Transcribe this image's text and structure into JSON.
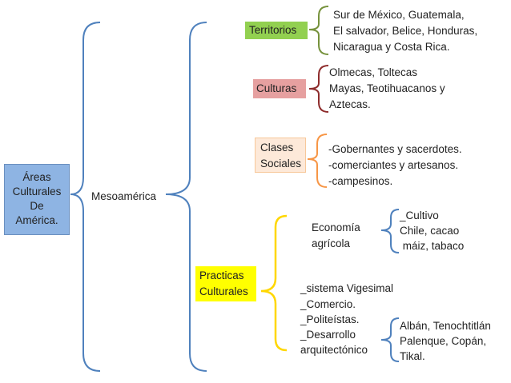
{
  "colors": {
    "areas_box": "#8eb4e3",
    "mesoamerica_brace": "#4f81bd",
    "territorios_box": "#92d050",
    "territorios_brace": "#76923c",
    "culturas_box": "#e6a0a0",
    "culturas_brace": "#8e2c2c",
    "clases_box": "#fde9d9",
    "clases_brace": "#f79646",
    "practicas_box": "#ffff00",
    "practicas_brace": "#ffd700",
    "detail_brace": "#4f81bd"
  },
  "root": {
    "lines": [
      "Áreas",
      "Culturales",
      "De",
      "América."
    ]
  },
  "mesoamerica": {
    "label": "Mesoamérica"
  },
  "territorios": {
    "label": "Territorios",
    "lines": [
      "Sur de México, Guatemala,",
      "El salvador, Belice, Honduras,",
      "Nicaragua y Costa Rica."
    ]
  },
  "culturas": {
    "label": "Culturas",
    "lines": [
      "Olmecas, Toltecas",
      "Mayas, Teotihuacanos  y",
      "Aztecas."
    ]
  },
  "clases": {
    "label_lines": [
      "Clases",
      "Sociales"
    ],
    "lines": [
      "-Gobernantes y sacerdotes.",
      "-comerciantes y artesanos.",
      "-campesinos."
    ]
  },
  "practicas": {
    "label_lines": [
      "Practicas",
      "Culturales"
    ],
    "economia": {
      "label_lines": [
        "Economía",
        "agrícola"
      ],
      "lines": [
        "_Cultivo",
        "Chile, cacao",
        " máiz, tabaco"
      ]
    },
    "items": [
      "_sistema Vigesimal",
      "_Comercio.",
      "_Politeístas.",
      "_Desarrollo",
      "arquitectónico"
    ],
    "cities": [
      "Albán, Tenochtitlán",
      "Palenque, Copán,",
      "Tikal."
    ]
  }
}
